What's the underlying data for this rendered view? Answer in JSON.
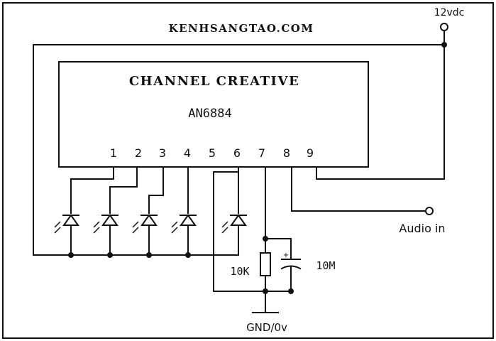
{
  "header": {
    "site": "KENHSANGTAO.COM"
  },
  "chip": {
    "brand": "CHANNEL CREATIVE",
    "part": "AN6884",
    "pins": [
      "1",
      "2",
      "3",
      "4",
      "5",
      "6",
      "7",
      "8",
      "9"
    ]
  },
  "labels": {
    "supply": "12vdc",
    "audio_in": "Audio in",
    "ground": "GND/0v",
    "resistor": "10K",
    "capacitor": "10M",
    "cap_plus": "+"
  }
}
